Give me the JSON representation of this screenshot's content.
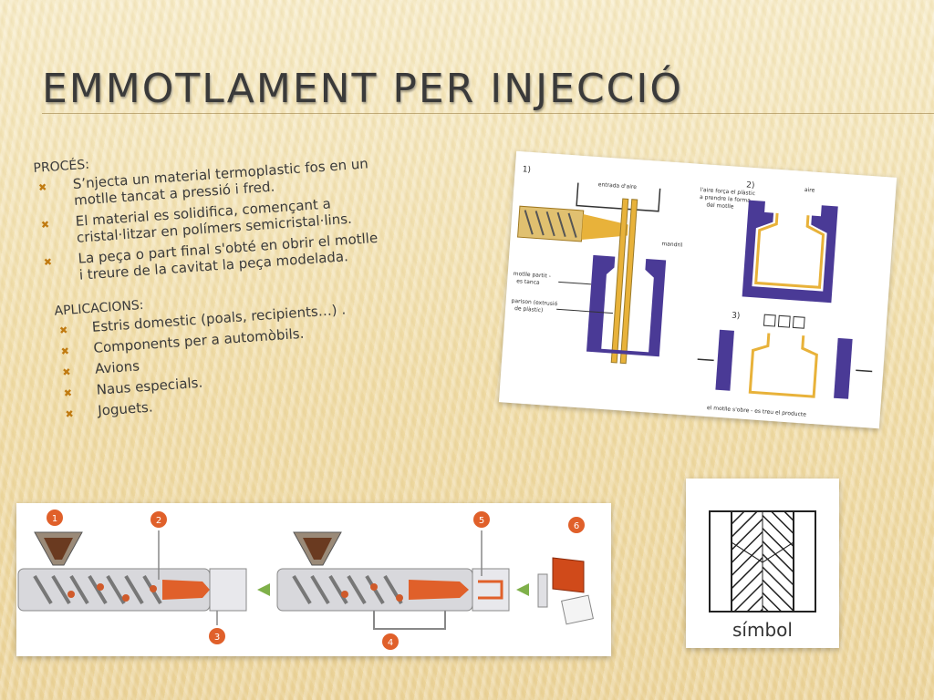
{
  "slide": {
    "title": "EMMOTLAMENT PER INJECCIÓ"
  },
  "proces": {
    "heading": "PROCÉS:",
    "items": [
      {
        "line1": "S’njecta un material termoplastic fos en un",
        "line2": "motlle tancat a pressió i fred."
      },
      {
        "line1": "El material es solidifica, començant a",
        "line2": "cristal·litzar en polímers semicristal·lins."
      },
      {
        "line1": "La peça o part final s'obté en obrir el motlle",
        "line2": "i treure de la cavitat la peça modelada."
      }
    ]
  },
  "aplicacions": {
    "heading": "APLICACIONS:",
    "items": [
      "Estris domestic (poals, recipients…) .",
      "Components per a automòbils.",
      "Avions",
      "Naus especials.",
      "Joguets."
    ]
  },
  "bullet_icon": "x-bullet-icon",
  "colors": {
    "accent": "#c07a10",
    "mold_purple": "#4a3a96",
    "plastic_yellow": "#e8b23a",
    "process_orange": "#e0602a"
  },
  "mold_figure": {
    "step1": "1)",
    "step2": "2)",
    "step3": "3)",
    "entrada_aire": "entrada d'aire",
    "aire": "aire",
    "aire_forca": "l'aire força el plàstic",
    "aire_forca2": "a prendre la forma",
    "aire_forca3": "del motlle",
    "mandril": "mandril",
    "motlle_partit": "motlle partit -",
    "motlle_partit2": "es tanca",
    "parison": "parison (extrusió",
    "parison2": "de plàstic)",
    "obre": "el motlle s'obre - es treu el producte"
  },
  "screw_figure": {
    "markers": [
      "1",
      "2",
      "3",
      "4",
      "5",
      "6"
    ]
  },
  "symbol_figure": {
    "caption": "símbol"
  }
}
